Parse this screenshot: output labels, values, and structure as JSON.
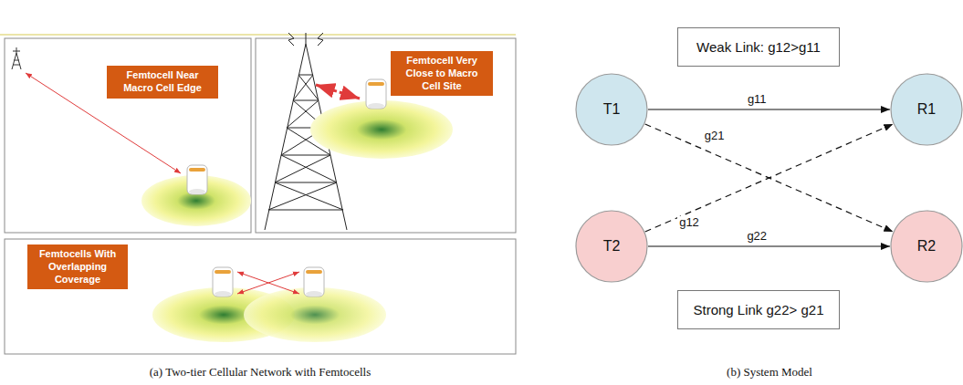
{
  "diagram": {
    "nodes": [
      {
        "text": [
          "Femtocell Near Macro Cell Edge"
        ]
      },
      {
        "text": [
          "Femtocell Very Close to Macro Cell Site"
        ]
      },
      {
        "text": [
          "Femtocells With Overlapping Coverage"
        ]
      },
      {
        "text": [
          "Weak Link: g12>g11"
        ]
      },
      {
        "text": [
          "T1"
        ]
      },
      {
        "text": [
          "R1"
        ]
      },
      {
        "text": [
          "T2"
        ]
      },
      {
        "text": [
          "R2"
        ]
      },
      {
        "text": [
          "Strong Link g22> g21"
        ]
      }
    ],
    "edges": [
      {
        "from": 4,
        "to": 5,
        "arrow": "to",
        "label": "g11"
      },
      {
        "from": 4,
        "to": 7,
        "arrow": "to",
        "label": "g21"
      },
      {
        "from": 6,
        "to": 5,
        "arrow": "to",
        "label": "g12"
      },
      {
        "from": 6,
        "to": 7,
        "arrow": "to",
        "label": "g22"
      }
    ],
    "labels": [
      "(a) Two-tier Cellular Network with Femtocells",
      "(b) System Model"
    ]
  }
}
